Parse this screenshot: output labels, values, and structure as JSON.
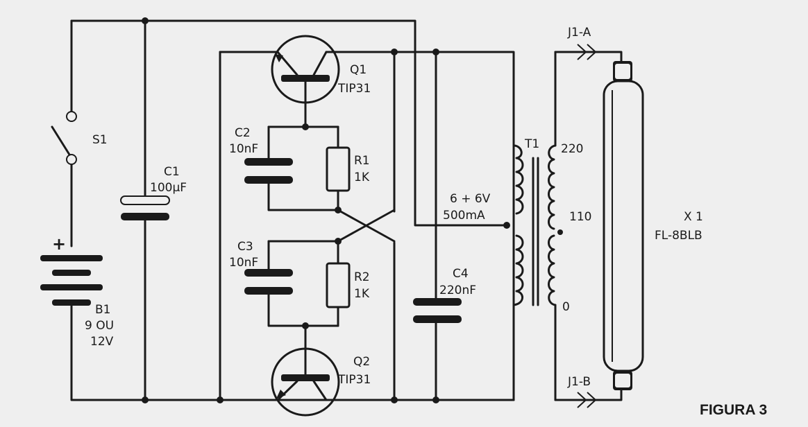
{
  "figure_title": "FIGURA 3",
  "components": {
    "s1": {
      "ref": "S1"
    },
    "b1": {
      "ref": "B1",
      "value_line1": "9 OU",
      "value_line2": "12V",
      "polarity": "+"
    },
    "c1": {
      "ref": "C1",
      "value": "100µF"
    },
    "q1": {
      "ref": "Q1",
      "value": "TIP31"
    },
    "q2": {
      "ref": "Q2",
      "value": "TIP31"
    },
    "c2": {
      "ref": "C2",
      "value": "10nF"
    },
    "r1": {
      "ref": "R1",
      "value": "1K"
    },
    "c3": {
      "ref": "C3",
      "value": "10nF"
    },
    "r2": {
      "ref": "R2",
      "value": "1K"
    },
    "c4": {
      "ref": "C4",
      "value": "220nF"
    },
    "t1": {
      "ref": "T1",
      "primary": "6 + 6V",
      "current": "500mA",
      "tap_220": "220",
      "tap_110": "110",
      "tap_0": "0"
    },
    "j1a": {
      "ref": "J1-A"
    },
    "j1b": {
      "ref": "J1-B"
    },
    "x1": {
      "ref": "X 1",
      "value": "FL-8BLB"
    }
  }
}
